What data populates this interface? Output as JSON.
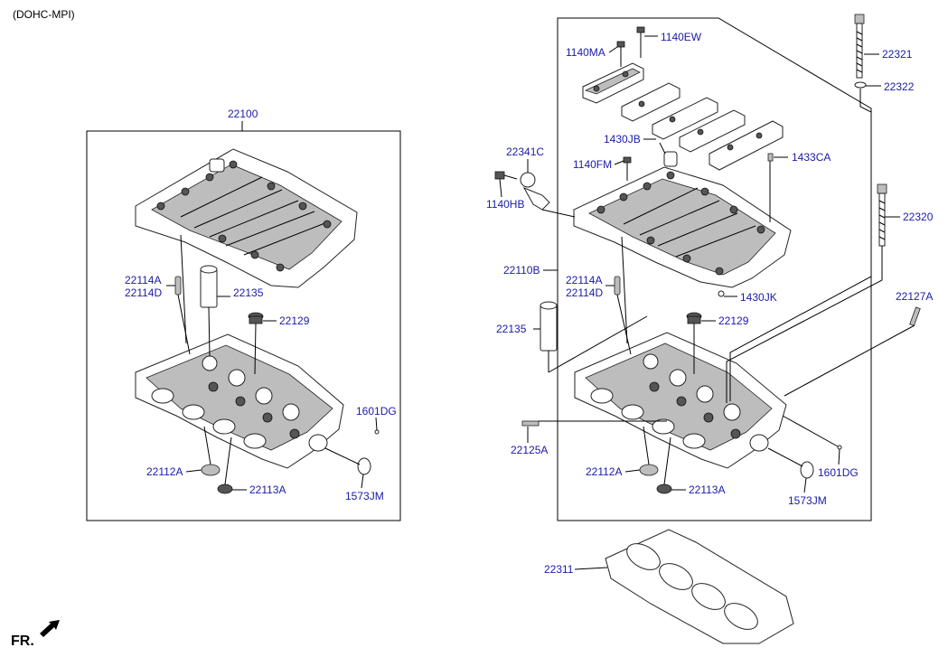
{
  "header": {
    "engine_variant": "(DOHC-MPI)"
  },
  "footer": {
    "front_indicator": "FR."
  },
  "left_assembly": {
    "group_label": "22100",
    "labels": {
      "l_22114A": "22114A",
      "l_22114D": "22114D",
      "l_22135": "22135",
      "l_22129": "22129",
      "l_1601DG": "1601DG",
      "l_22112A": "22112A",
      "l_22113A": "22113A",
      "l_1573JM": "1573JM"
    }
  },
  "right_assembly": {
    "labels": {
      "r_1140MA": "1140MA",
      "r_1140EW": "1140EW",
      "r_22321": "22321",
      "r_22322": "22322",
      "r_22341C": "22341C",
      "r_1430JB": "1430JB",
      "r_1140FM": "1140FM",
      "r_1433CA": "1433CA",
      "r_1140HB": "1140HB",
      "r_22320": "22320",
      "r_22110B": "22110B",
      "r_22114A": "22114A",
      "r_22114D": "22114D",
      "r_1430JK": "1430JK",
      "r_22127A": "22127A",
      "r_22135": "22135",
      "r_22129": "22129",
      "r_22125A": "22125A",
      "r_22112A": "22112A",
      "r_22113A": "22113A",
      "r_1601DG": "1601DG",
      "r_1573JM": "1573JM",
      "r_22311": "22311"
    }
  }
}
